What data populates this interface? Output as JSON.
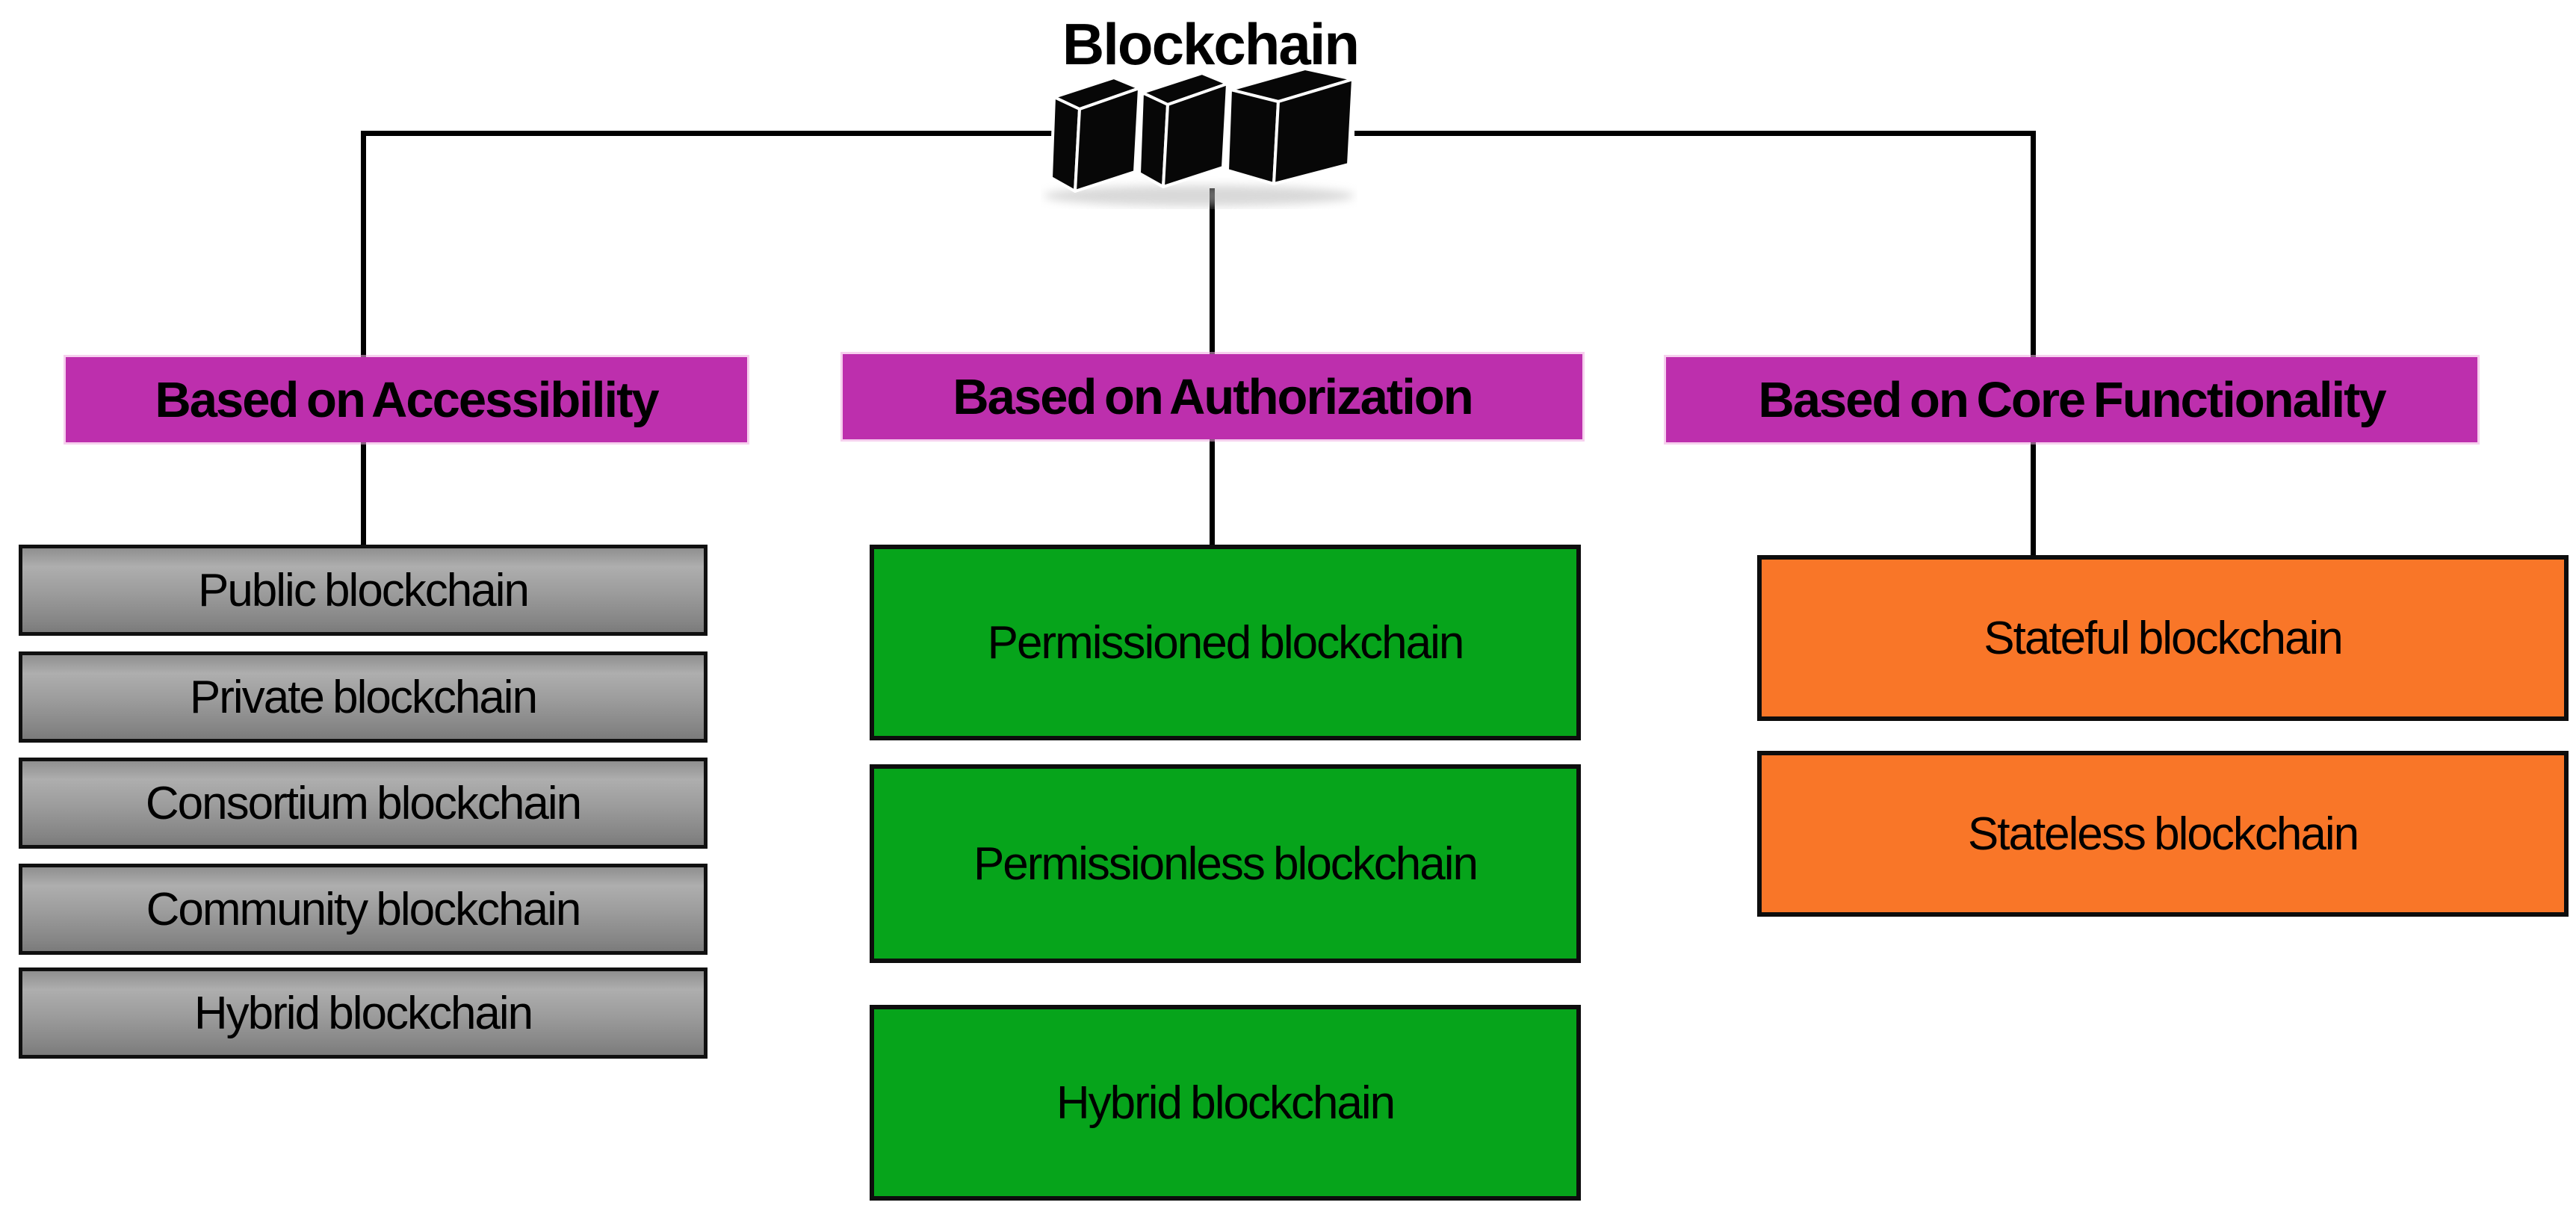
{
  "title": "Blockchain",
  "icon": "blockchain-blocks-icon",
  "colors": {
    "header_bg": "#BD2FAD",
    "green_bg": "#06A41B",
    "orange_bg": "#F97628",
    "gray_bg_top": "#AEAEAE",
    "gray_bg_bottom": "#7B7B7B",
    "connector": "#000000",
    "text": "#000000"
  },
  "branches": [
    {
      "label": "Based on Accessibility",
      "children": [
        "Public blockchain",
        "Private blockchain",
        "Consortium blockchain",
        "Community blockchain",
        "Hybrid blockchain"
      ]
    },
    {
      "label": "Based on Authorization",
      "children": [
        "Permissioned blockchain",
        "Permissionless blockchain",
        "Hybrid blockchain"
      ]
    },
    {
      "label": "Based on Core Functionality",
      "children": [
        "Stateful blockchain",
        "Stateless blockchain"
      ]
    }
  ]
}
